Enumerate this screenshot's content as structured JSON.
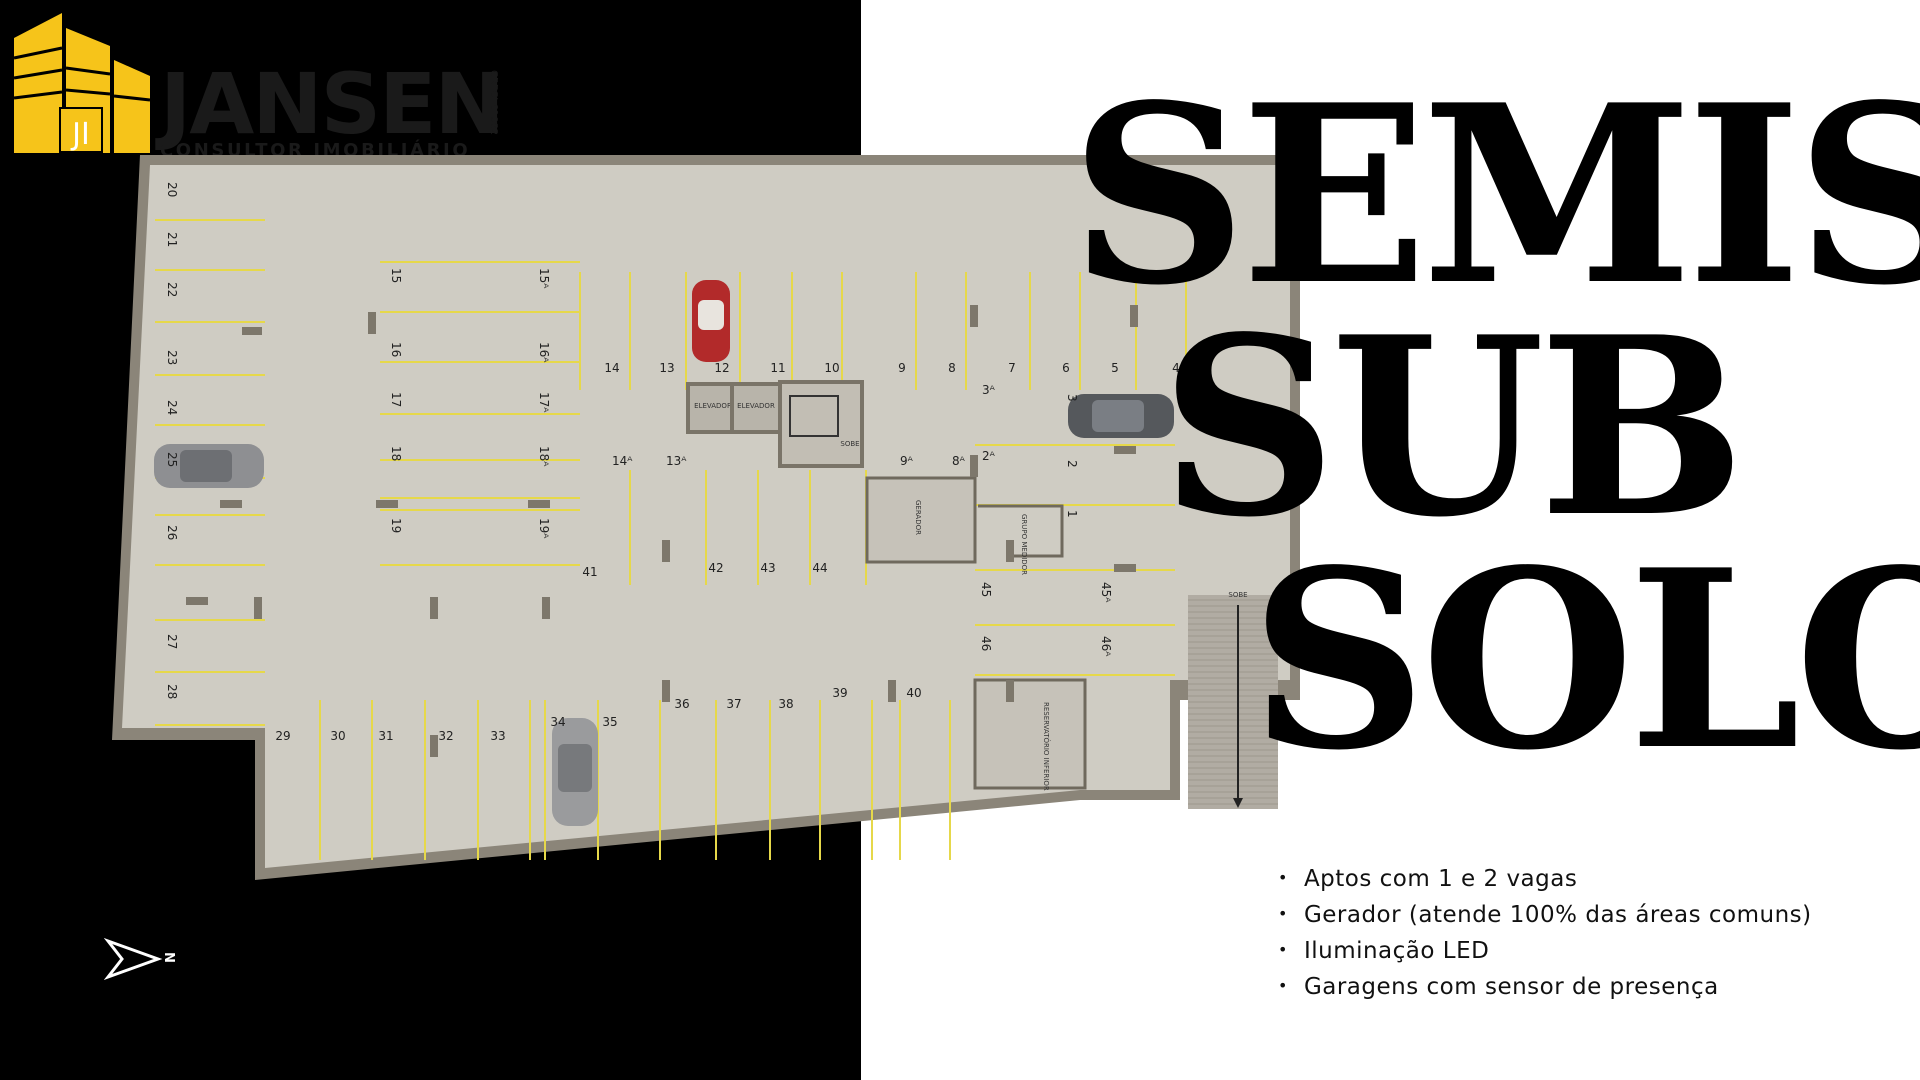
{
  "logo": {
    "initials": "JI",
    "name": "JANSEN",
    "subtitle": "CONSULTOR IMOBILIÁRIO",
    "creci": "CRECI 61082"
  },
  "title": {
    "line1": "SEMIS",
    "line2": "SUB",
    "line3": "SOLO"
  },
  "features": [
    "Aptos com 1 e 2 vagas",
    "Gerador (atende 100% das áreas comuns)",
    "Iluminação LED",
    "Garagens com sensor de presença"
  ],
  "compass": {
    "label": "N"
  },
  "plan": {
    "rooms": {
      "elevador1": "ELEVADOR",
      "elevador2": "ELEVADOR",
      "sobe_stairs": "SOBE",
      "gerador": "GERADOR",
      "grupo_medidor": "GRUPO MEDIDOR",
      "reservatorio": "RESERVATÓRIO INFERIOR",
      "sobe_ramp": "SOBE"
    },
    "spots_left_column": [
      "20",
      "21",
      "22",
      "23",
      "24",
      "25",
      "26",
      "27",
      "28"
    ],
    "spots_block_15": [
      "15",
      "16",
      "17",
      "18",
      "19"
    ],
    "spots_block_15a": [
      "15ᴬ",
      "16ᴬ",
      "17ᴬ",
      "18ᴬ",
      "19ᴬ"
    ],
    "spots_top_row": [
      "14",
      "13",
      "12",
      "11",
      "10",
      "9",
      "8",
      "7",
      "6",
      "5",
      "4"
    ],
    "spots_a_row": [
      "14ᴬ",
      "13ᴬ",
      "9ᴬ",
      "8ᴬ",
      "3ᴬ",
      "2ᴬ"
    ],
    "spots_right": [
      "3",
      "2",
      "1",
      "45",
      "46",
      "45ᴬ",
      "46ᴬ"
    ],
    "spots_middle": [
      "41",
      "42",
      "43",
      "44"
    ],
    "spots_bottom_row": [
      "29",
      "30",
      "31",
      "32",
      "33",
      "34",
      "35",
      "36",
      "37",
      "38",
      "39",
      "40"
    ]
  },
  "colors": {
    "floor": "#cfccc3",
    "wall": "#8b8579",
    "stripe": "#e6d84a",
    "logo_yellow": "#f6c41a"
  }
}
